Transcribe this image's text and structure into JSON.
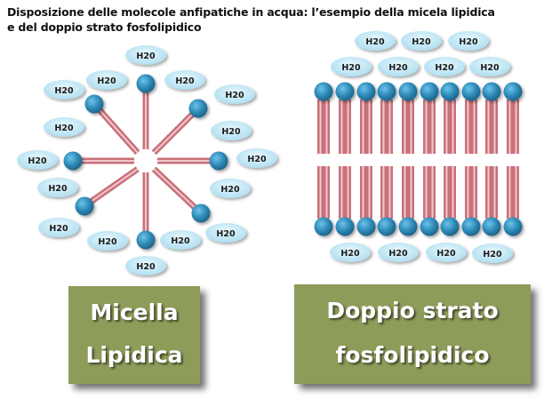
{
  "title": {
    "line1": "Disposizione delle molecole anfipatiche in acqua: l’esempio della micela lipidica",
    "line2": "e del doppio strato fosfolipidico"
  },
  "water_label": "H20",
  "labels": {
    "micella_line1": "Micella",
    "micella_line2": "Lipidica",
    "doppio_line1": "Doppio strato",
    "doppio_line2": "fosfolipidico"
  },
  "colors": {
    "head": "#2e8ab8",
    "head_dark": "#1d5f82",
    "tail": "#c9707a",
    "tail_light": "#f0c9cc",
    "water": "#bfe6f5",
    "box": "#8e9c5a"
  }
}
